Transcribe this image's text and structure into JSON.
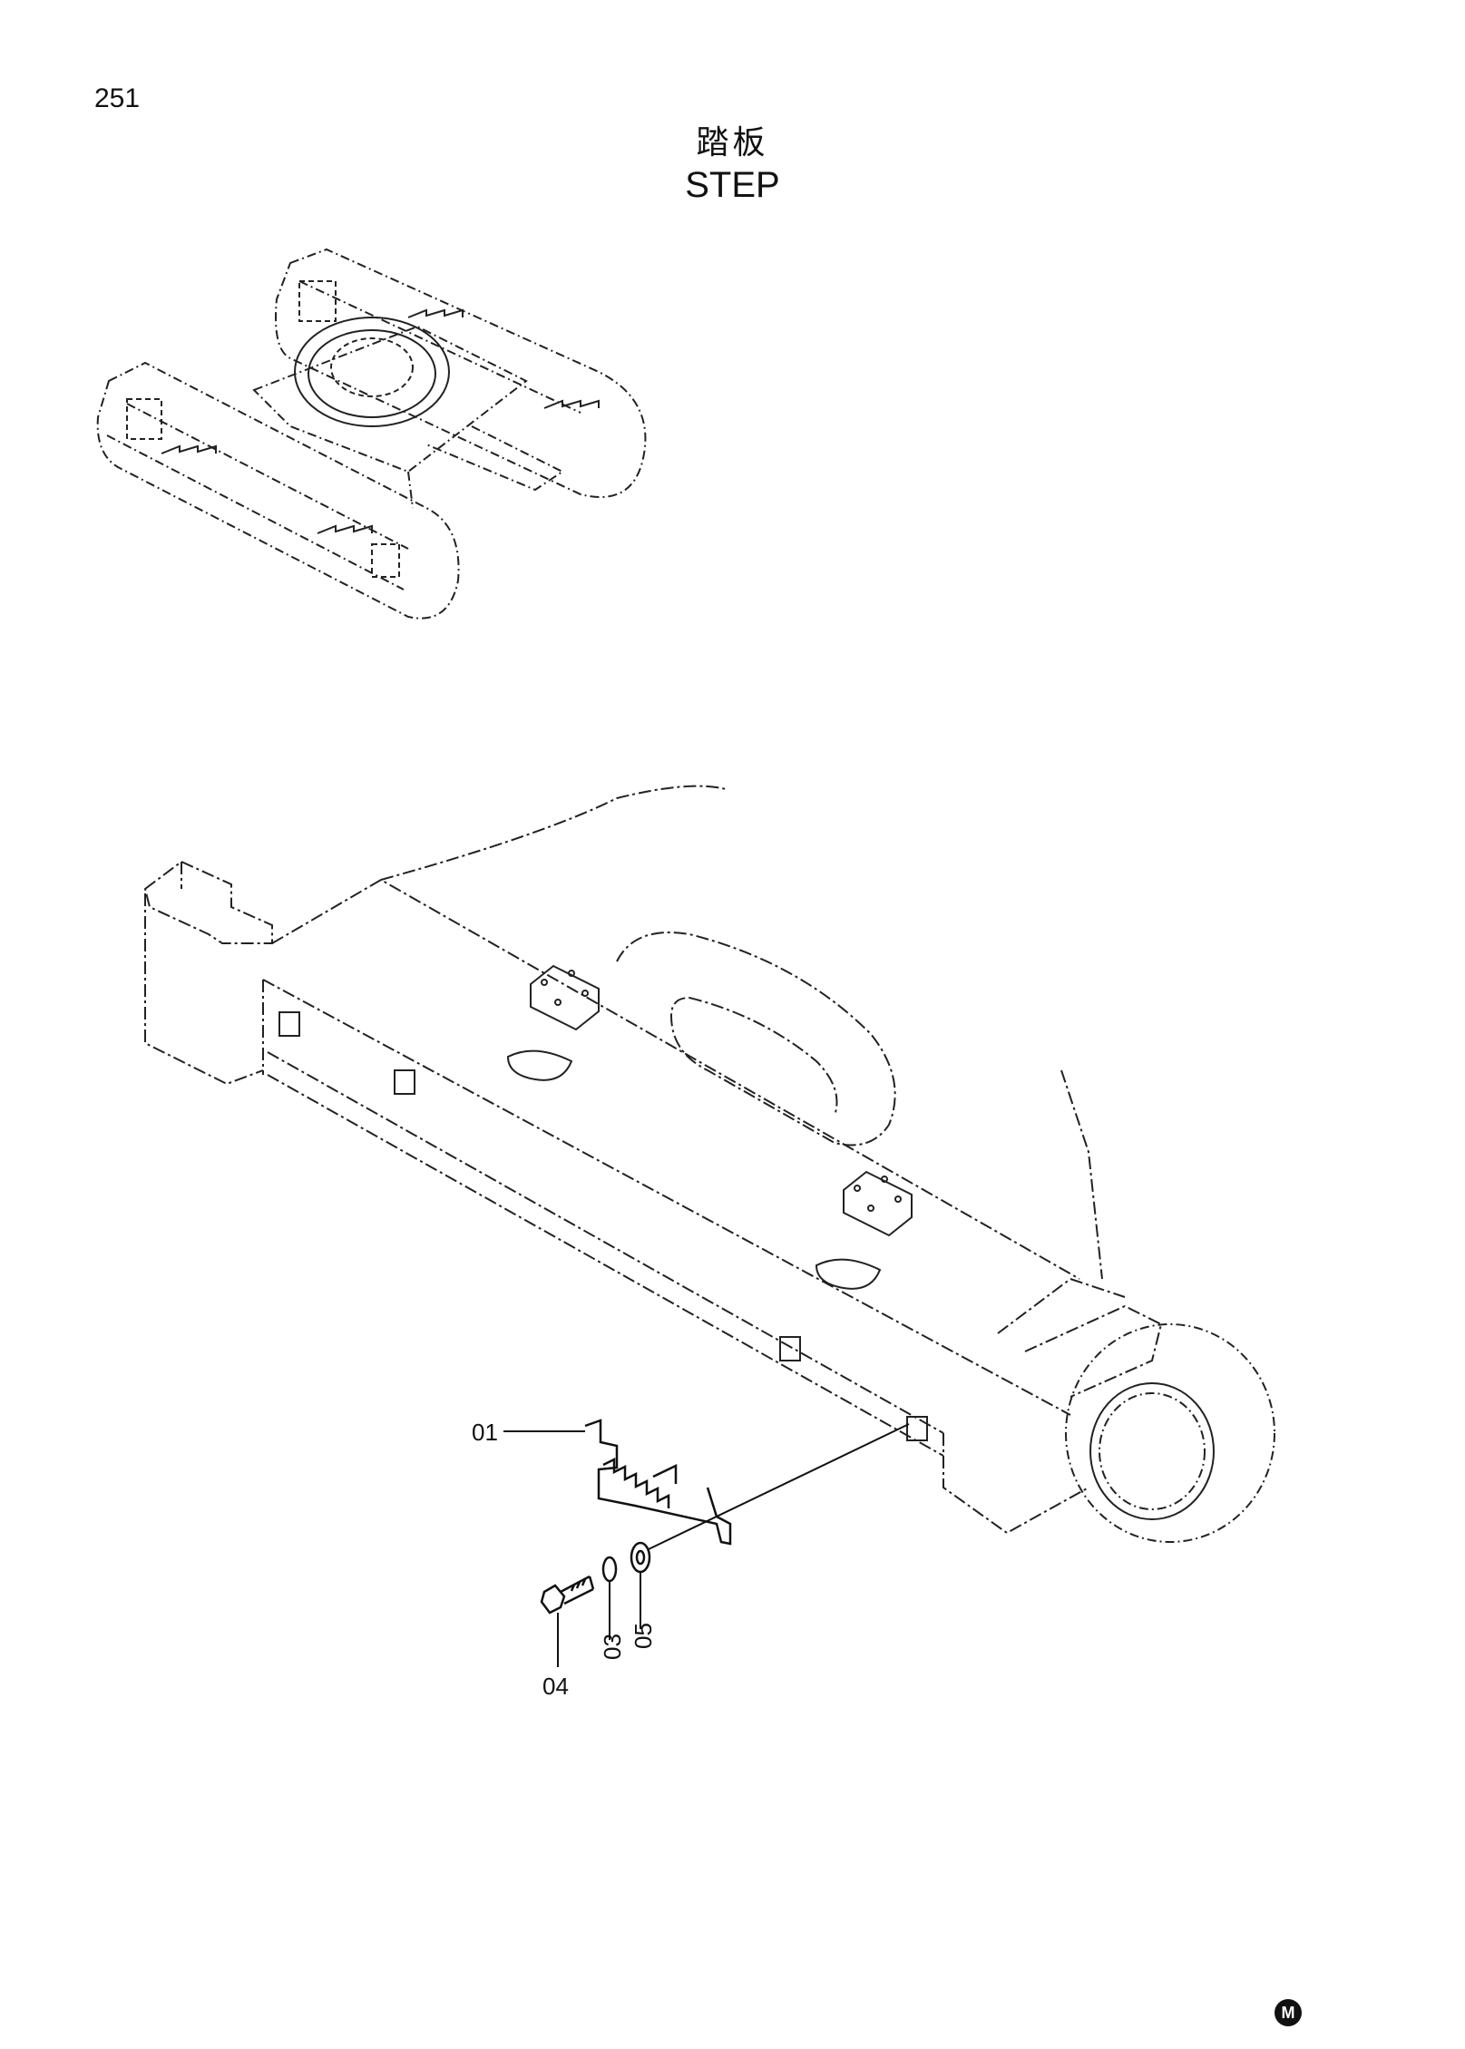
{
  "page": {
    "number": "251",
    "title_jp": "踏板",
    "title_en": "STEP"
  },
  "callouts": [
    {
      "id": "01",
      "label": "01"
    },
    {
      "id": "03",
      "label": "03"
    },
    {
      "id": "04",
      "label": "04"
    },
    {
      "id": "05",
      "label": "05"
    }
  ],
  "mark": {
    "label": "M"
  },
  "colors": {
    "ink": "#111111",
    "paper": "#ffffff"
  }
}
